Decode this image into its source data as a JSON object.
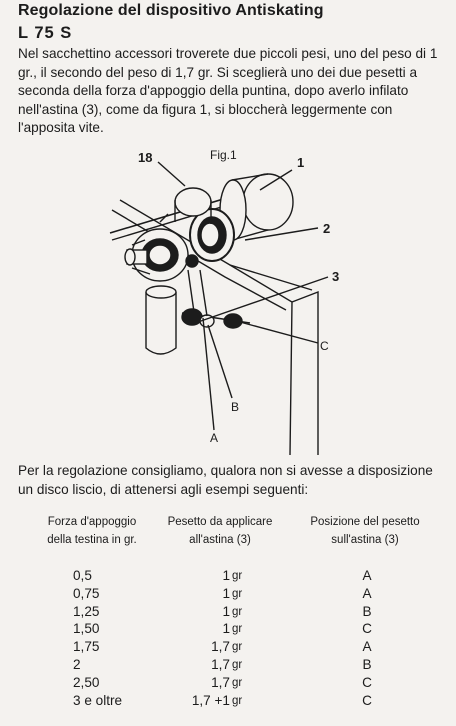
{
  "heading": {
    "title": "Regolazione del dispositivo Antiskating",
    "model": "L 75 S"
  },
  "intro": "Nel sacchettino accessori troverete due piccoli pesi, uno del peso di 1 gr., il secondo del peso di 1,7 gr. Si sceglierà uno dei due pesetti a seconda della forza d'appoggio della puntina, dopo averlo infilato nell'astina (3), come da figura 1, si bloccherà leggermente con l'apposita vite.",
  "figure": {
    "caption": "Fig.1",
    "labels": {
      "n18": "18",
      "n1": "1",
      "n2": "2",
      "n3": "3",
      "a": "A",
      "b": "B",
      "c": "C"
    }
  },
  "advice": "Per la regolazione consigliamo, qualora non si avesse a disposizione un disco liscio, di attenersi agli esempi seguenti:",
  "table": {
    "headers": {
      "force_line1": "Forza d'appoggio",
      "force_line2": "della testina in gr.",
      "weight_line1": "Pesetto da applicare",
      "weight_line2": "all'astina (3)",
      "position_line1": "Posizione del pesetto",
      "position_line2": "sull'astina (3)"
    },
    "rows": [
      {
        "force": "0,5",
        "weight": "1",
        "unit": "gr",
        "position": "A"
      },
      {
        "force": "0,75",
        "weight": "1",
        "unit": "gr",
        "position": "A"
      },
      {
        "force": "1,25",
        "weight": "1",
        "unit": "gr",
        "position": "B"
      },
      {
        "force": "1,50",
        "weight": "1",
        "unit": "gr",
        "position": "C"
      },
      {
        "force": "1,75",
        "weight": "1,7",
        "unit": "gr",
        "position": "A"
      },
      {
        "force": "2",
        "weight": "1,7",
        "unit": "gr",
        "position": "B"
      },
      {
        "force": "2,50",
        "weight": "1,7",
        "unit": "gr",
        "position": "C"
      },
      {
        "force": "3 e oltre",
        "weight": "1,7 +1",
        "unit": "gr",
        "position": "C"
      }
    ]
  }
}
